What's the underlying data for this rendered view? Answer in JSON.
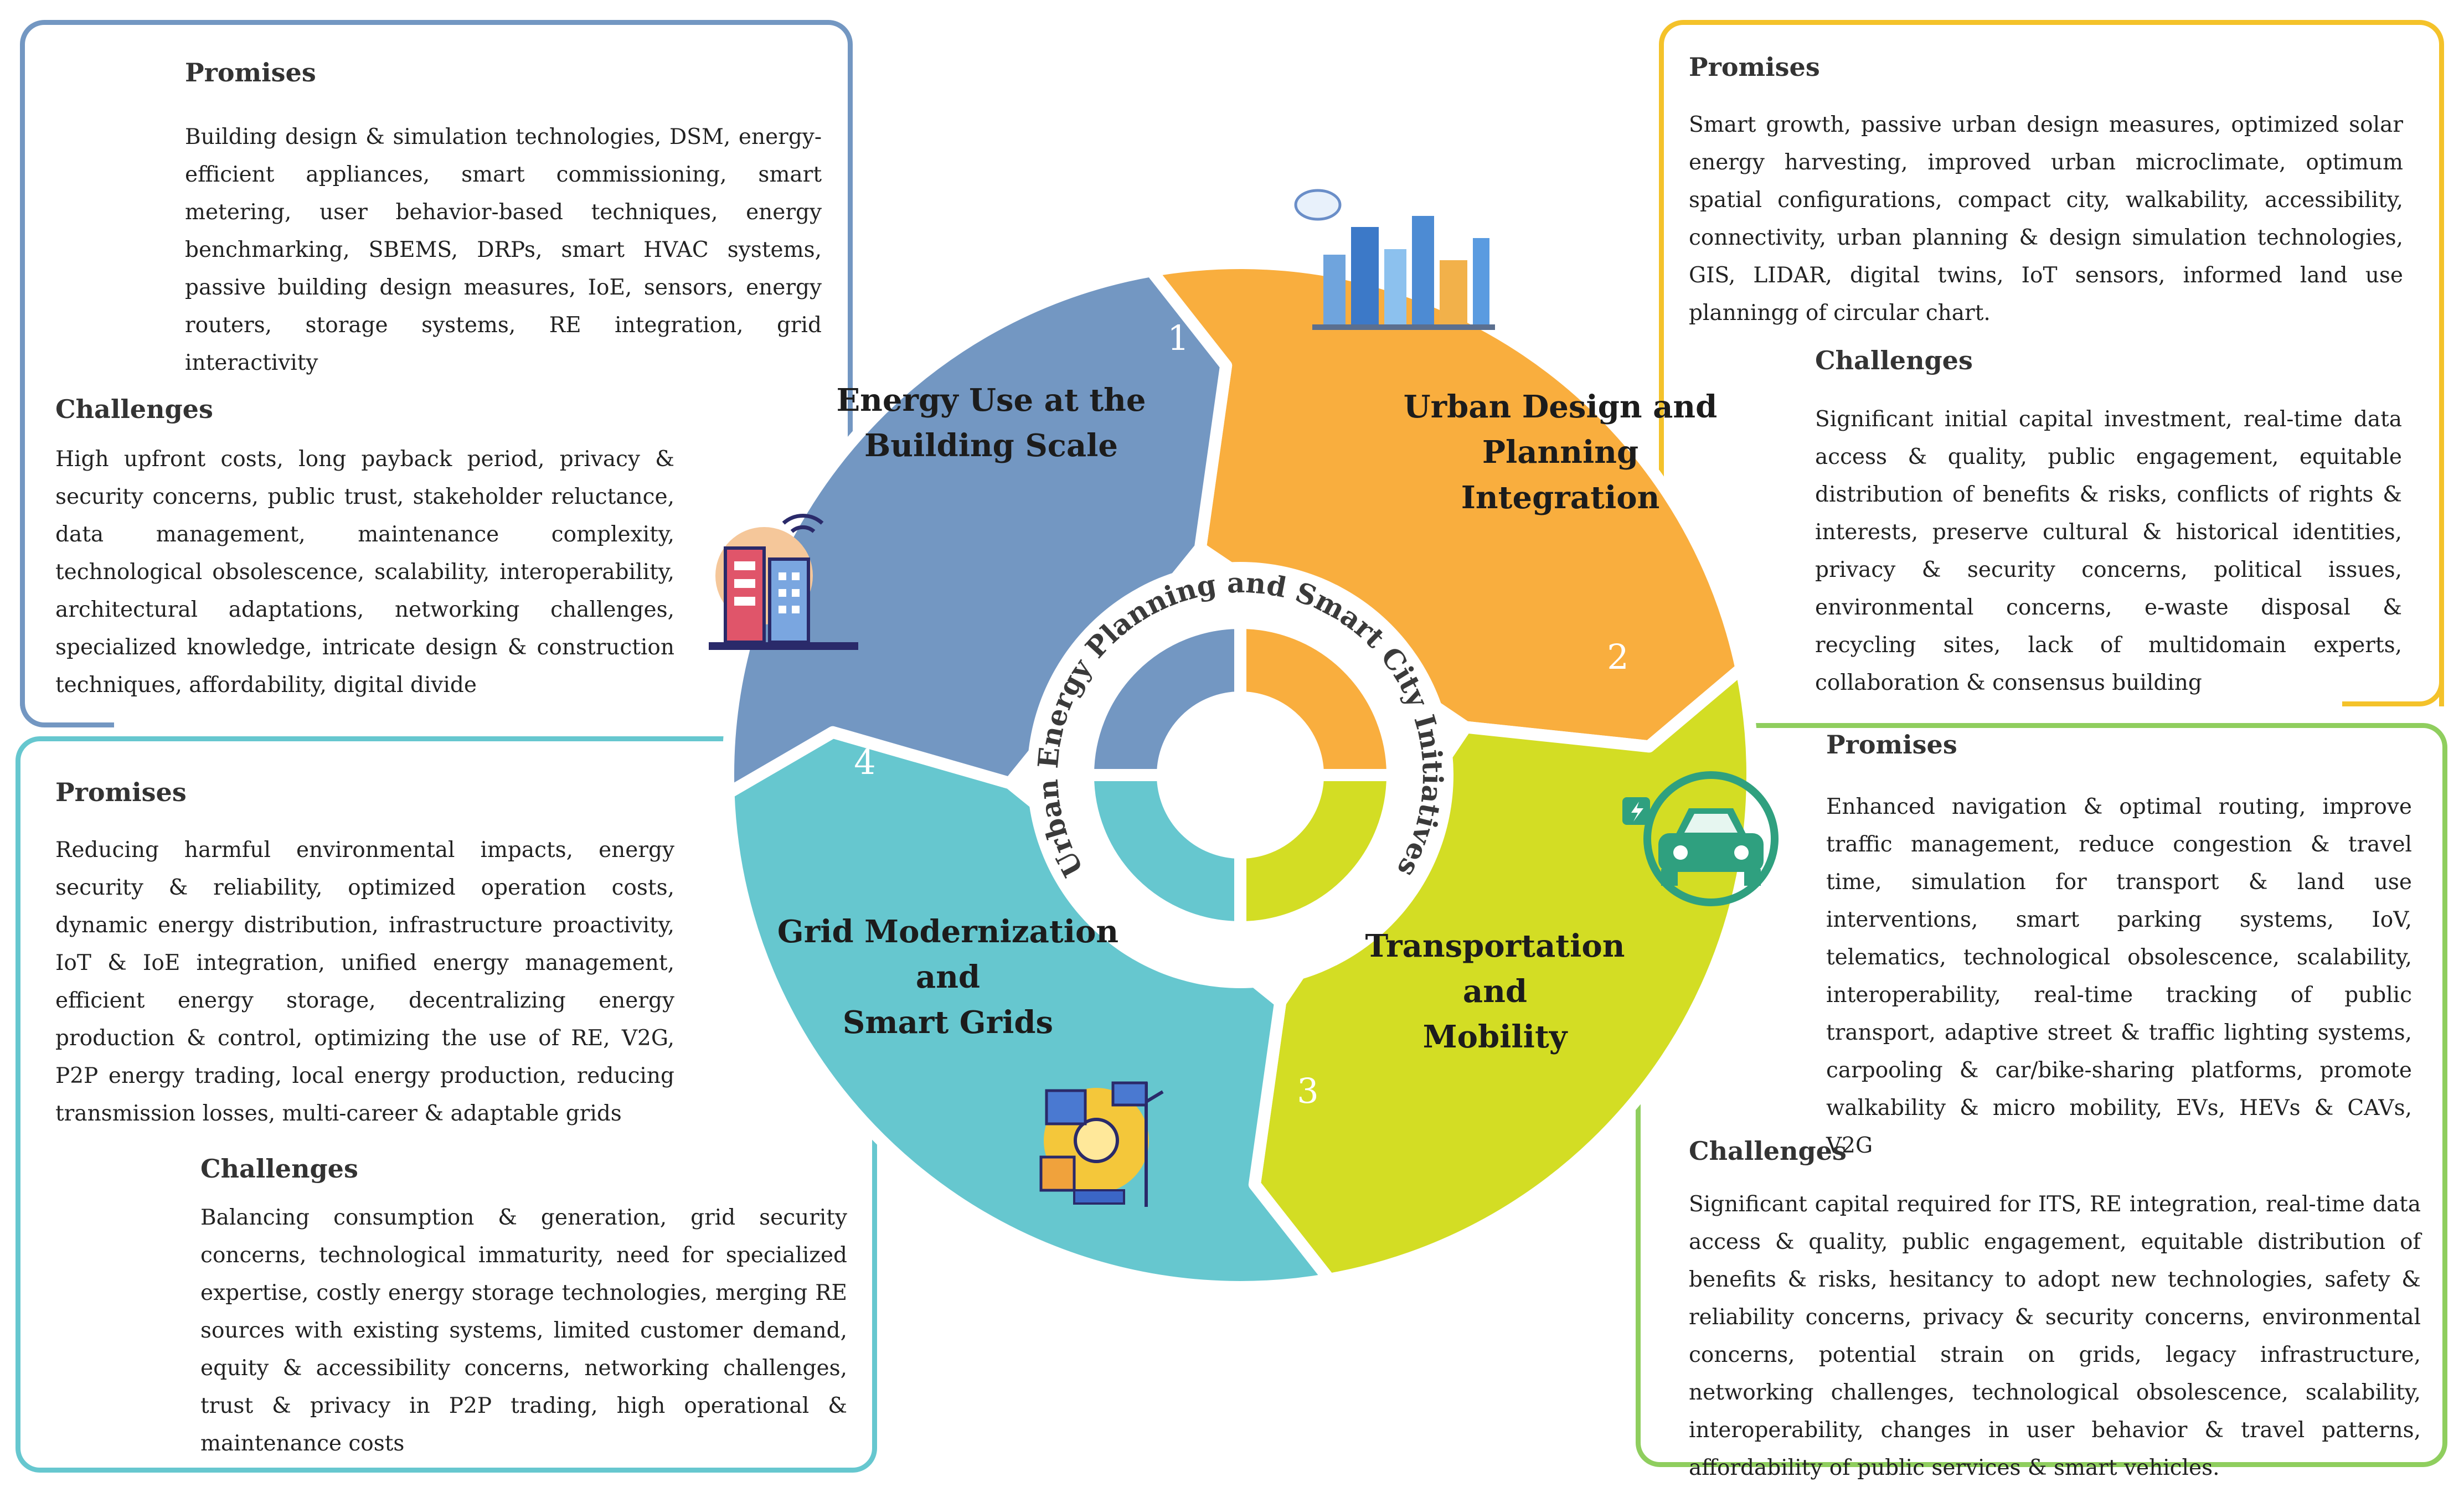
{
  "center_title": "Urban Energy Planning and Smart City Initiatives",
  "colors": {
    "blue": "#7397c2",
    "orange": "#f9ae3e",
    "yellow_green": "#d3dd24",
    "teal": "#66c7cf",
    "green_frame": "#8fce5e",
    "yellow_frame": "#f4c22a"
  },
  "segments": [
    {
      "number": "1",
      "title_lines": [
        "Energy Use at the",
        "Building Scale"
      ],
      "icon": "smart-building-icon"
    },
    {
      "number": "2",
      "title_lines": [
        "Urban Design and",
        "Planning",
        "Integration"
      ],
      "icon": "city-skyline-icon"
    },
    {
      "number": "3",
      "title_lines": [
        "Transportation",
        "and",
        "Mobility"
      ],
      "icon": "electric-car-icon"
    },
    {
      "number": "4",
      "title_lines": [
        "Grid Modernization",
        "and",
        "Smart Grids"
      ],
      "icon": "smart-grid-icon"
    }
  ],
  "panels": {
    "building": {
      "promises_title": "Promises",
      "promises_text": "Building design & simulation technologies, DSM, energy-efficient appliances, smart commissioning, smart metering, user behavior-based techniques, energy benchmarking, SBEMS, DRPs, smart HVAC systems, passive building design measures, IoE, sensors, energy routers, storage systems, RE integration, grid interactivity",
      "challenges_title": "Challenges",
      "challenges_text": "High upfront costs, long payback period, privacy & security concerns, public trust, stakeholder reluctance, data management, maintenance complexity, technological obsolescence, scalability, interoperability, architectural adaptations, networking challenges, specialized knowledge, intricate design & construction techniques, affordability, digital divide"
    },
    "urban": {
      "promises_title": "Promises",
      "promises_text": "Smart growth, passive urban design measures, optimized solar energy harvesting, improved urban microclimate, optimum spatial configurations, compact city, walkability, accessibility, connectivity, urban planning & design simulation technologies, GIS, LIDAR, digital twins, IoT sensors, informed land use planningg of circular chart.",
      "challenges_title": "Challenges",
      "challenges_text": "Significant initial capital investment, real-time data access & quality, public engagement, equitable distribution of benefits & risks, conflicts of rights & interests, preserve cultural & historical identities, privacy & security concerns, political issues, environmental concerns, e-waste disposal & recycling sites, lack of multidomain experts, collaboration & consensus building"
    },
    "transport": {
      "promises_title": "Promises",
      "promises_text": "Enhanced navigation & optimal routing, improve traffic management, reduce congestion & travel time, simulation for transport & land use interventions, smart parking systems, IoV, telematics, technological obsolescence, scalability, interoperability, real-time tracking of public transport, adaptive street & traffic lighting systems, carpooling & car/bike-sharing platforms, promote walkability & micro mobility, EVs, HEVs & CAVs, V2G",
      "challenges_title": "Challenges",
      "challenges_text": "Significant capital required for ITS, RE integration, real-time data access & quality, public engagement, equitable distribution of benefits & risks, hesitancy to adopt new technologies, safety & reliability concerns, privacy & security concerns, environmental concerns, potential strain on grids, legacy infrastructure, networking challenges, technological obsolescence, scalability, interoperability, changes in user behavior & travel patterns, affordability of public services & smart vehicles."
    },
    "grid": {
      "promises_title": "Promises",
      "promises_text": "Reducing harmful environmental impacts, energy security & reliability, optimized operation costs, dynamic energy distribution, infrastructure proactivity, IoT & IoE integration, unified energy management, efficient energy storage, decentralizing energy production & control, optimizing the use of RE, V2G, P2P energy trading, local energy production, reducing transmission losses, multi-career & adaptable grids",
      "challenges_title": "Challenges",
      "challenges_text": "Balancing consumption & generation, grid security concerns, technological immaturity, need for specialized expertise, costly energy storage technologies, merging RE sources with existing systems, limited customer demand, equity & accessibility concerns, networking challenges, trust & privacy in P2P trading, high operational & maintenance costs"
    }
  }
}
